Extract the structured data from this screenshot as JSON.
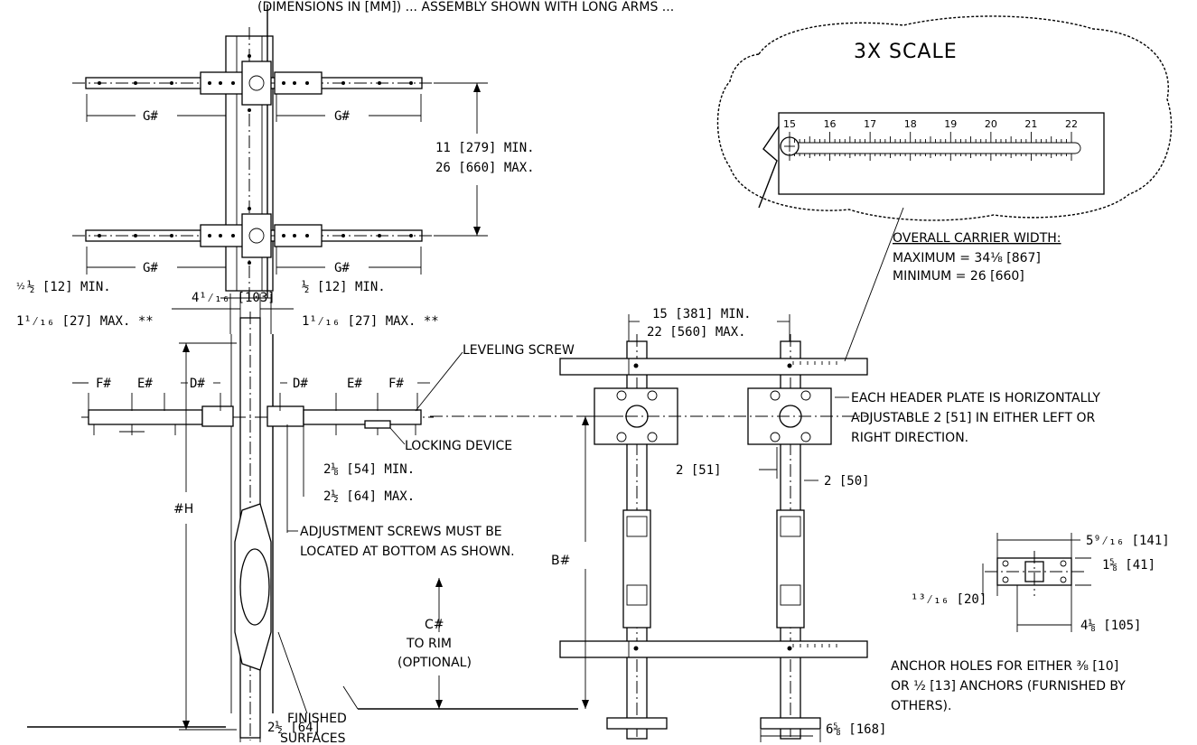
{
  "top_note": "(DIMENSIONS IN [MM]) ... ASSEMBLY SHOWN WITH LONG ARMS ...",
  "scale_callout": {
    "title": "3X SCALE",
    "ruler_numbers": [
      "15",
      "16",
      "17",
      "18",
      "19",
      "20",
      "21",
      "22"
    ]
  },
  "carrier_width": {
    "heading": "OVERALL CARRIER WIDTH:",
    "maximum": "MAXIMUM = 34⅛ [867]",
    "minimum": "MINIMUM = 26 [660]"
  },
  "plan_view": {
    "g_label": "G#",
    "spacing_min": "11 [279] MIN.",
    "spacing_max": "26 [660] MAX."
  },
  "side_view": {
    "half_min": "½ [12] MIN.",
    "max_1_1_16": "1¹⁄₁₆ [27] MAX. **",
    "width_4_1_16": "4¹⁄₁₆ [103]",
    "half_min_right": "½ [12] MIN.",
    "max_1_1_16_right": "1¹⁄₁₆ [27] MAX. **",
    "f_label": "F#",
    "e_label": "E#",
    "d_label": "D#",
    "leveling_screw": "LEVELING SCREW",
    "locking_device": "LOCKING DEVICE",
    "min_2_1_8": "2⅛ [54] MIN.",
    "max_2_1_2": "2½ [64] MAX.",
    "adjust_1": "ADJUSTMENT SCREWS MUST BE",
    "adjust_2": "LOCATED AT BOTTOM AS SHOWN.",
    "h_label": "#H",
    "finished_1": "FINISHED",
    "finished_2": "SURFACES",
    "bottom_2_1_2": "2½ [64]"
  },
  "rim": {
    "c_label": "C#",
    "to_rim": "TO RIM",
    "optional": "(OPTIONAL)"
  },
  "front_view": {
    "min_15": "15 [381] MIN.",
    "max_22": "22 [560] MAX.",
    "header_1": "EACH HEADER PLATE IS HORIZONTALLY",
    "header_2": "ADJUSTABLE 2 [51] IN EITHER LEFT OR",
    "header_3": "RIGHT DIRECTION.",
    "dim_2_51": "2 [51]",
    "dim_2_50": "2 [50]",
    "b_label": "B#",
    "bottom_6_5_8": "6⅝ [168]"
  },
  "anchor_detail": {
    "width_5_9_16": "5⁹⁄₁₆ [141]",
    "dim_1_5_8": "1⅝ [41]",
    "dim_13_16": "¹³⁄₁₆ [20]",
    "dim_4_1_8": "4⅛ [105]",
    "note_1": "ANCHOR HOLES FOR EITHER ⅜ [10]",
    "note_2": "OR ½ [13] ANCHORS (FURNISHED BY",
    "note_3": "OTHERS)."
  }
}
